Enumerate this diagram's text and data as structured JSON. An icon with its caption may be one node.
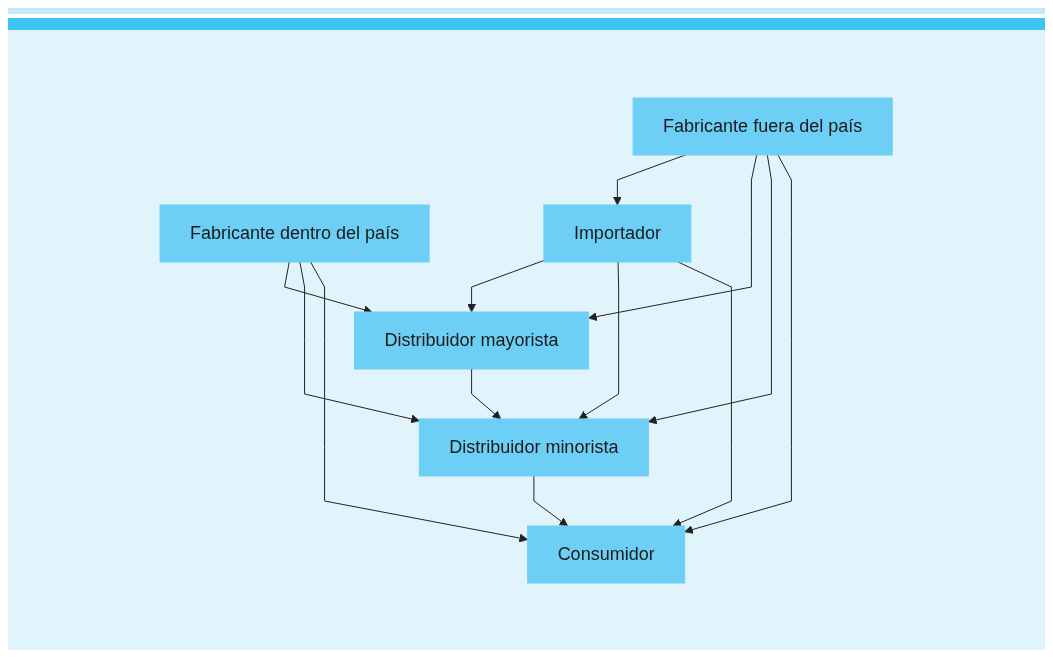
{
  "diagram": {
    "nodes": [
      {
        "text": [
          "Fabricante dentro del país"
        ]
      },
      {
        "text": [
          "Fabricante fuera del país"
        ]
      },
      {
        "text": [
          "Importador"
        ]
      },
      {
        "text": [
          "Distribuidor mayorista"
        ]
      },
      {
        "text": [
          "Distribuidor minorista"
        ]
      },
      {
        "text": [
          "Consumidor"
        ]
      }
    ],
    "edges": [
      {
        "from": 1,
        "to": 2,
        "arrow": "to"
      },
      {
        "from": 1,
        "to": 3,
        "arrow": "to"
      },
      {
        "from": 1,
        "to": 4,
        "arrow": "to"
      },
      {
        "from": 1,
        "to": 5,
        "arrow": "to"
      },
      {
        "from": 0,
        "to": 3,
        "arrow": "to"
      },
      {
        "from": 0,
        "to": 4,
        "arrow": "to"
      },
      {
        "from": 0,
        "to": 5,
        "arrow": "to"
      },
      {
        "from": 2,
        "to": 3,
        "arrow": "to"
      },
      {
        "from": 2,
        "to": 4,
        "arrow": "to"
      },
      {
        "from": 2,
        "to": 5,
        "arrow": "to"
      },
      {
        "from": 3,
        "to": 4,
        "arrow": "to"
      },
      {
        "from": 4,
        "to": 5,
        "arrow": "to"
      }
    ]
  }
}
